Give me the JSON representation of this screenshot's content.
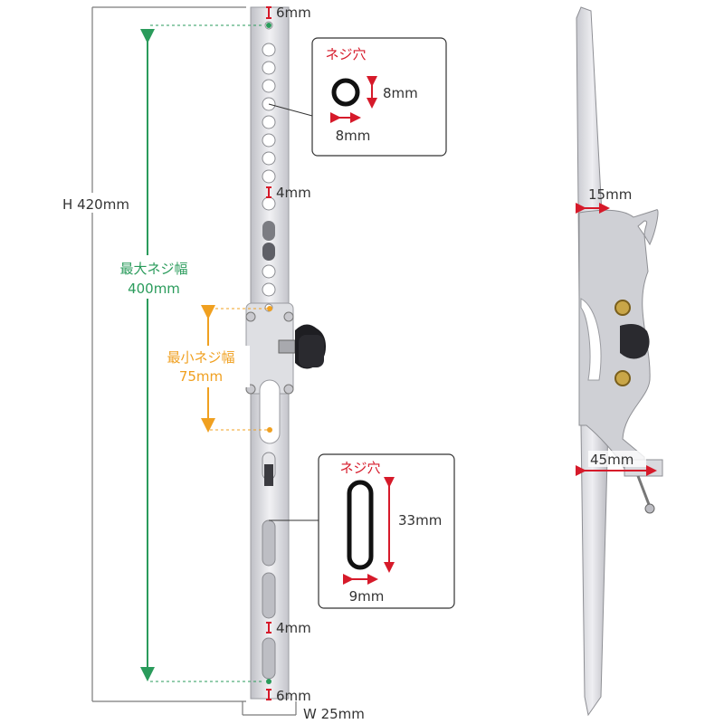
{
  "front": {
    "top_gap": "6mm",
    "hole_pitch_top": "4mm",
    "hole_pitch_bottom": "4mm",
    "bottom_gap": "6mm",
    "height": "H 420mm",
    "width": "W 25mm",
    "max_pitch_label": "最大ネジ幅",
    "max_pitch_value": "400mm",
    "min_pitch_label": "最小ネジ幅",
    "min_pitch_value": "75mm"
  },
  "callout_round": {
    "title": "ネジ穴",
    "height": "8mm",
    "width": "8mm"
  },
  "callout_slot": {
    "title": "ネジ穴",
    "height": "33mm",
    "width": "9mm"
  },
  "side": {
    "top_thickness": "15mm",
    "bottom_thickness": "45mm"
  },
  "colors": {
    "green": "#2a9b5b",
    "orange": "#f0a020",
    "red": "#d61a2a",
    "metal": "#d8d8dc"
  }
}
